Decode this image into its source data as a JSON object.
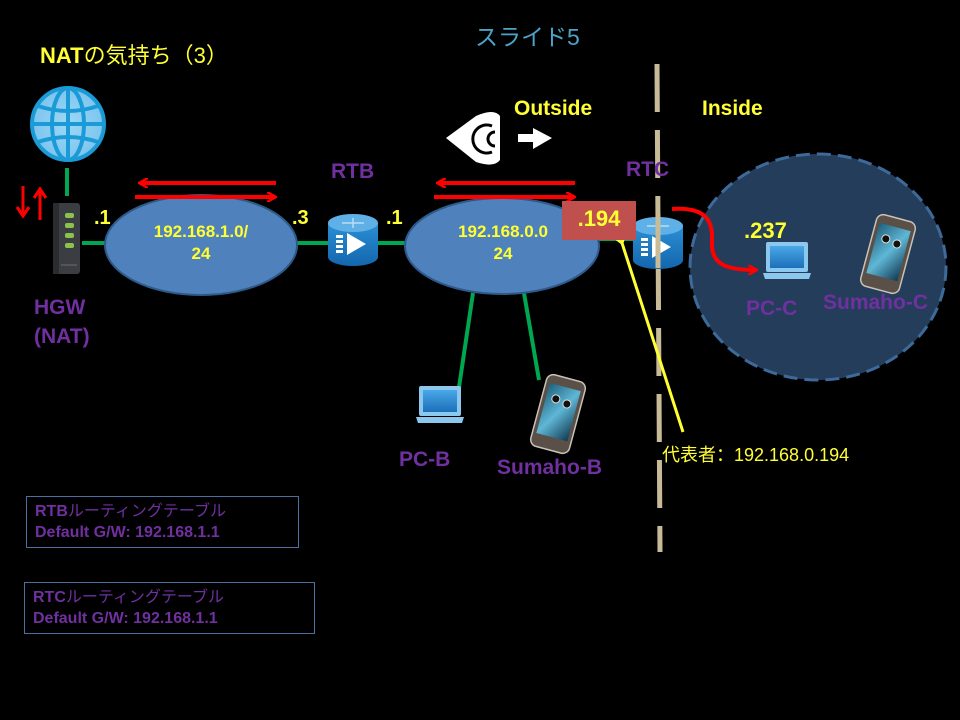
{
  "slide": {
    "title_bold": "NAT",
    "title_rest": "の気持ち（3）",
    "slide_number_label": "スライド5"
  },
  "zones": {
    "outside_label": "Outside",
    "inside_label": "Inside"
  },
  "nodes": {
    "internet": {
      "icon": "globe-icon"
    },
    "hgw": {
      "label_line1": "HGW",
      "label_line2": "(NAT)",
      "port": ".1",
      "icon": "home-gateway-icon"
    },
    "rtb": {
      "label": "RTB",
      "port_left": ".3",
      "port_right": ".1",
      "icon": "router-icon"
    },
    "rtc": {
      "label": "RTC",
      "port_outside": ".194",
      "icon": "router-icon"
    },
    "pc_b": {
      "label": "PC-B",
      "icon": "laptop-icon"
    },
    "sumaho_b": {
      "label": "Sumaho-B",
      "icon": "smartphone-icon"
    },
    "pc_c": {
      "label": "PC-C",
      "address": ".237",
      "icon": "laptop-icon"
    },
    "sumaho_c": {
      "label": "Sumaho-C",
      "icon": "smartphone-icon"
    }
  },
  "networks": {
    "net1": {
      "line1": "192.168.1.0/",
      "line2": "24"
    },
    "net0": {
      "line1": "192.168.0.0",
      "line2": "24"
    }
  },
  "annotations": {
    "representative": "代表者：192.168.0.194"
  },
  "routing_tables": [
    {
      "router_bold": "RTB",
      "title_rest": "ルーティングテーブル",
      "default_gw": "Default G/W: 192.168.1.1"
    },
    {
      "router_bold": "RTC",
      "title_rest": "ルーティングテーブル",
      "default_gw": "Default G/W: 192.168.1.1"
    }
  ],
  "colors": {
    "label_purple": "#7030a0",
    "accent_yellow": "#ffff33",
    "arrow_red": "#ff0000",
    "link_green": "#00a650",
    "network_blue": "#4f81bd",
    "inside_zone": "#243d5a",
    "badge_red": "#c0504d",
    "divider_beige": "#c8bc98"
  }
}
